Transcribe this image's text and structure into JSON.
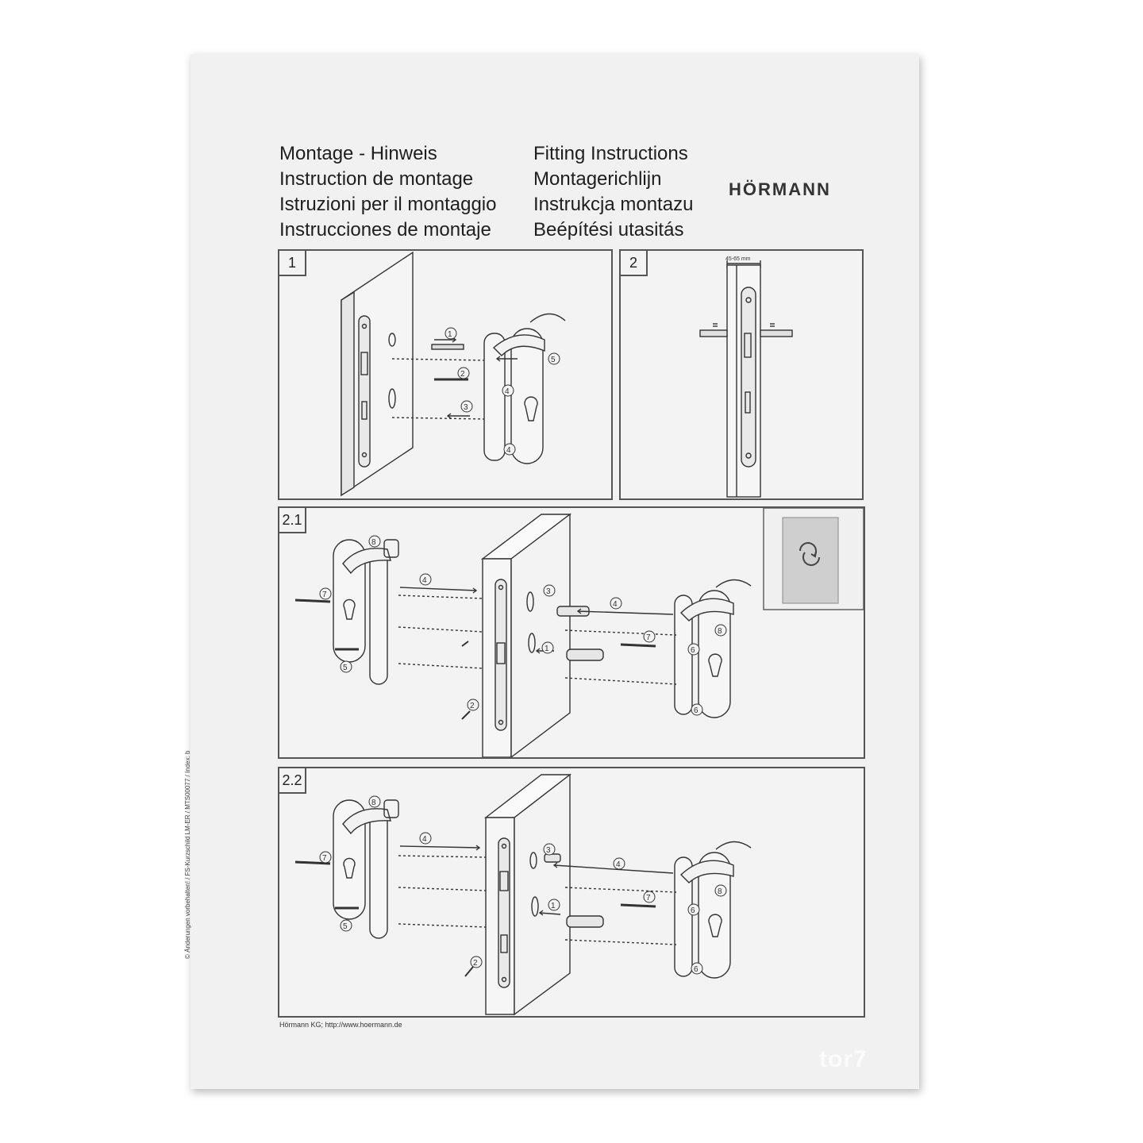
{
  "titles": {
    "left": [
      "Montage - Hinweis",
      "Instruction de montage",
      "Istruzioni per il montaggio",
      "Instrucciones de montaje"
    ],
    "right": [
      "Fitting Instructions",
      "Montagerichlijn",
      "Instrukcja montazu",
      "Beépítési utasitás"
    ]
  },
  "brand": "HÖRMANN",
  "panels": {
    "p1": {
      "label": "1",
      "steps": [
        "1",
        "2",
        "3",
        "4",
        "4",
        "5"
      ]
    },
    "p2": {
      "label": "2",
      "dimension": "45-65 mm"
    },
    "p21": {
      "label": "2.1",
      "steps": [
        "8",
        "7",
        "5",
        "4",
        "3",
        "4",
        "1",
        "2",
        "7",
        "8",
        "6",
        "6"
      ]
    },
    "p22": {
      "label": "2.2",
      "steps": [
        "8",
        "7",
        "5",
        "4",
        "3",
        "4",
        "1",
        "2",
        "7",
        "8",
        "6",
        "6"
      ]
    }
  },
  "side_note": "© Änderungen vorbehalten! / FS-Kurzschild LM-ER / MTS00077 / Index: b",
  "footer": "Hörmann KG;  http://www.hoermann.de",
  "watermark": "tor7"
}
